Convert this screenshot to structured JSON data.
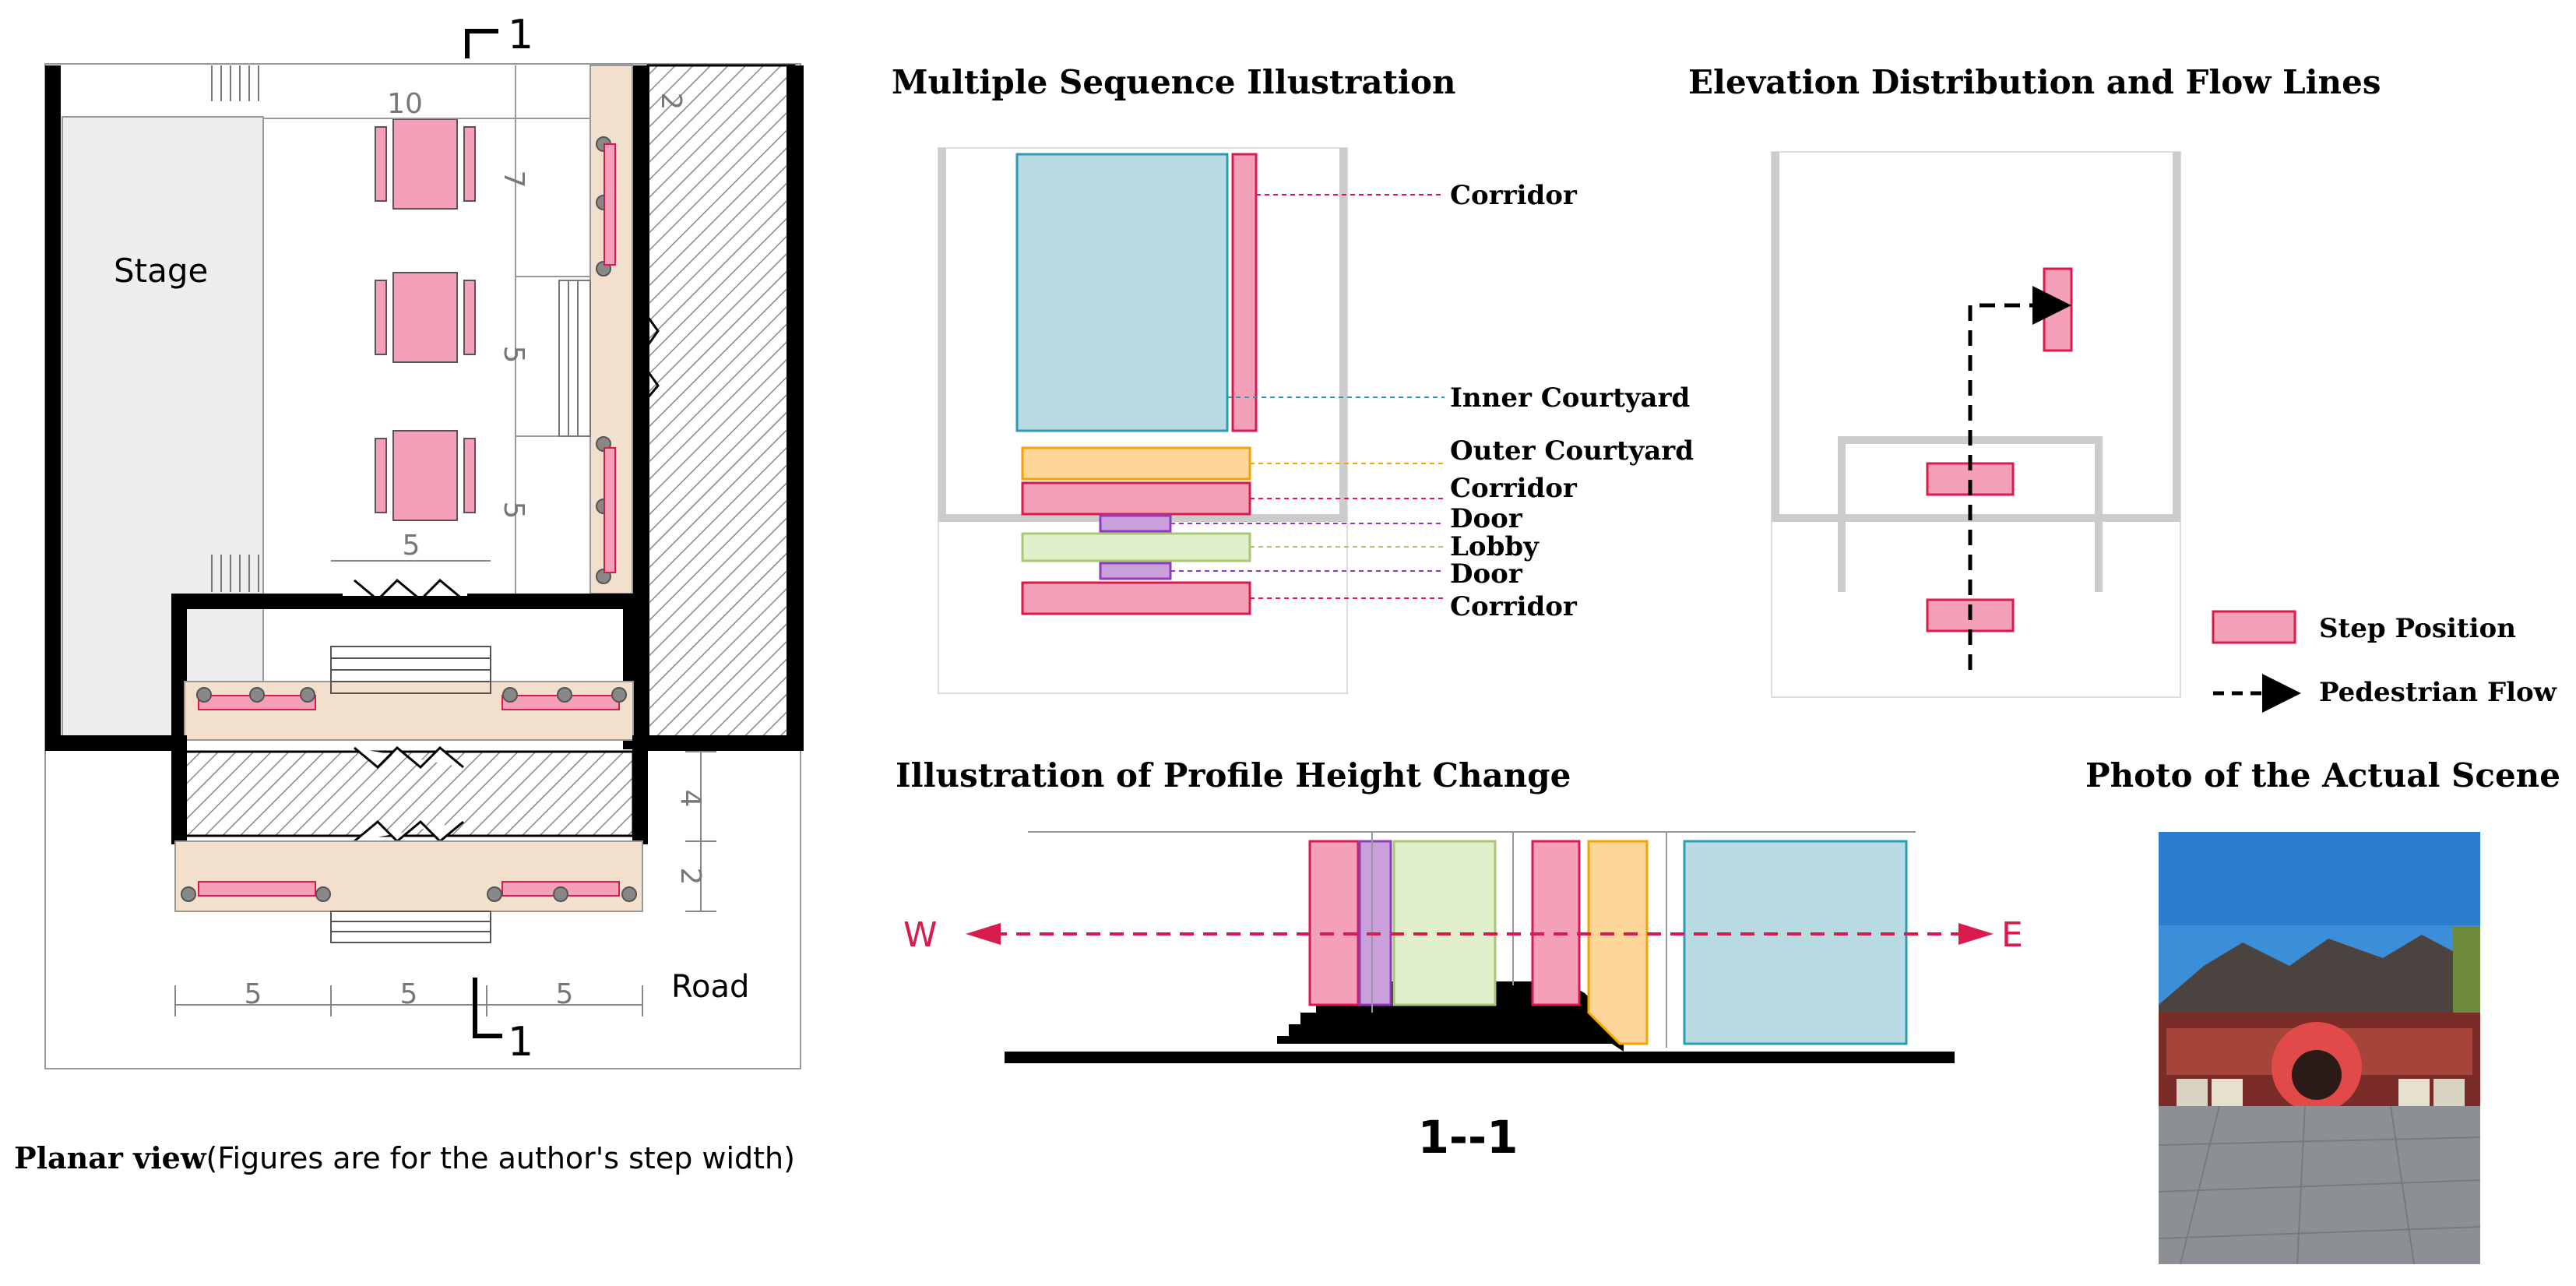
{
  "titles": {
    "sequence": "Multiple Sequence Illustration",
    "elevation": "Elevation Distribution and Flow Lines",
    "profile": "Illustration of Profile Height Change",
    "photo": "Photo of the Actual Scene"
  },
  "plan": {
    "stage": "Stage",
    "road": "Road",
    "section_mark": "1",
    "dims": [
      "10",
      "7",
      "5",
      "5",
      "5",
      "2",
      "4",
      "2",
      "5",
      "5",
      "5"
    ],
    "caption_bold": "Planar view",
    "caption_rest": "(Figures are for the author's step width)"
  },
  "sequence_labels": [
    "Corridor",
    "Inner Courtyard",
    "Outer Courtyard",
    "Corridor",
    "Door",
    "Lobby",
    "Door",
    "Corridor"
  ],
  "legend": {
    "step": "Step Position",
    "flow": "Pedestrian Flow"
  },
  "profile": {
    "west": "W",
    "east": "E",
    "section_label": "1--1"
  },
  "colors": {
    "step_pink": "#f4a0b8",
    "step_border": "#d81b4c",
    "inner_courtyard": "#b7dae3",
    "outer_courtyard": "#ffd699",
    "lobby": "#e2efcc",
    "door": "#c9a0dc",
    "corridor_beige": "#f2dfcc"
  }
}
